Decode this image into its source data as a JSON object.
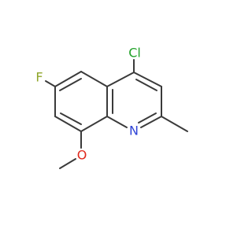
{
  "colors": {
    "bond": "#3a3a3a",
    "Cl": "#22a22a",
    "F": "#8fa62a",
    "N": "#2f44d6",
    "O": "#e0281c"
  },
  "atoms": {
    "cl": "Cl",
    "f": "F",
    "n": "N",
    "o": "O"
  }
}
